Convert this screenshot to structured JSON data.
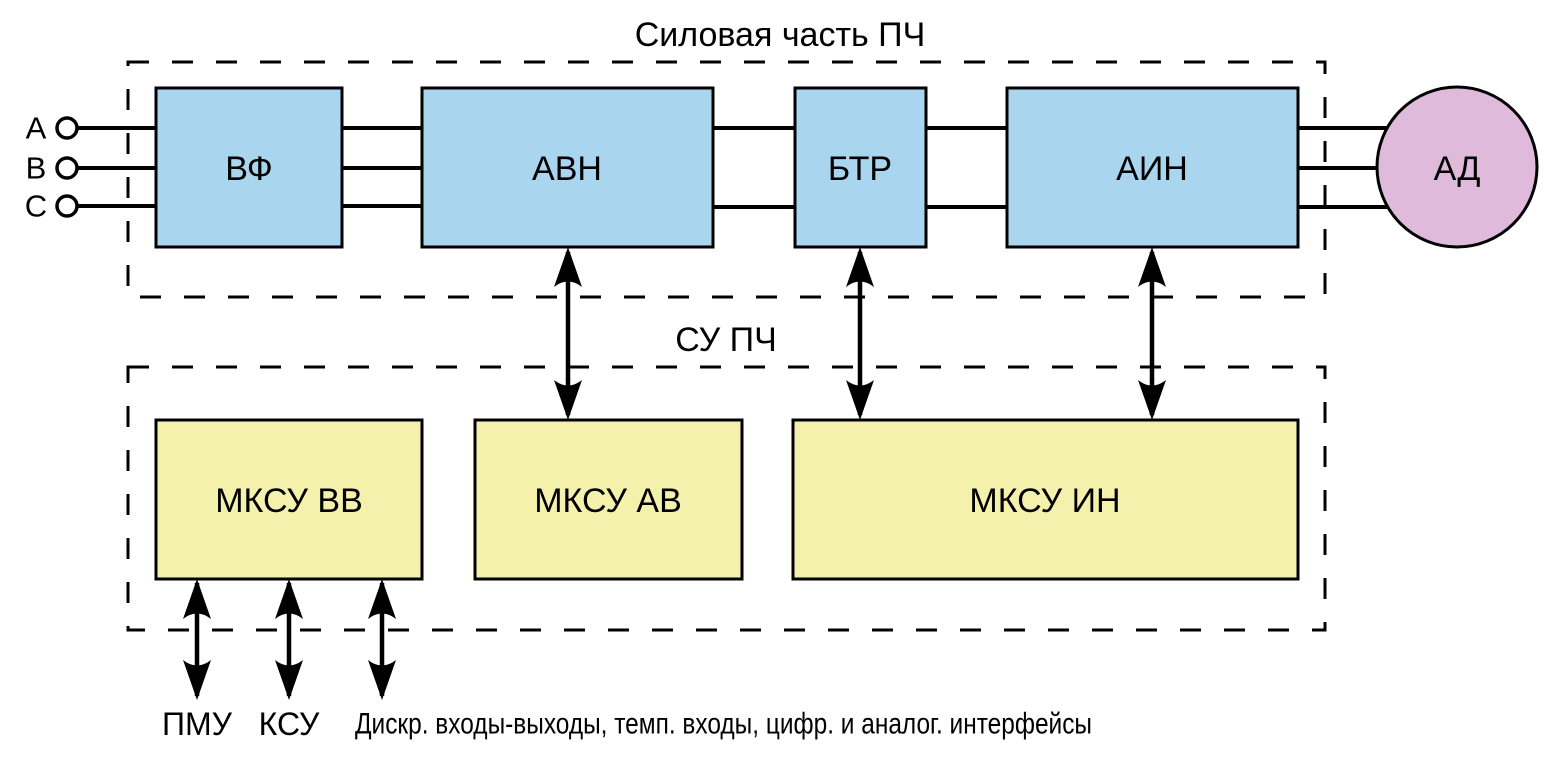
{
  "title": "Силовая часть ПЧ",
  "control_section_label": "СУ ПЧ",
  "phase_inputs": {
    "a": "А",
    "b": "В",
    "c": "С"
  },
  "power_blocks": {
    "vf": "ВФ",
    "avn": "АВН",
    "btr": "БТР",
    "ain": "АИН"
  },
  "motor_label": "АД",
  "control_blocks": {
    "mksu_vv": "МКСУ ВВ",
    "mksu_av": "МКСУ АВ",
    "mksu_in": "МКСУ ИН"
  },
  "bottom_labels": {
    "pmu": "ПМУ",
    "ksu": "КСУ",
    "io": "Дискр. входы-выходы, темп. входы, цифр. и аналог. интерфейсы"
  },
  "colors": {
    "power_fill": "#a9d5ee",
    "control_fill": "#f4f1ad",
    "motor_fill": "#dfbada",
    "line_color": "#000000"
  }
}
